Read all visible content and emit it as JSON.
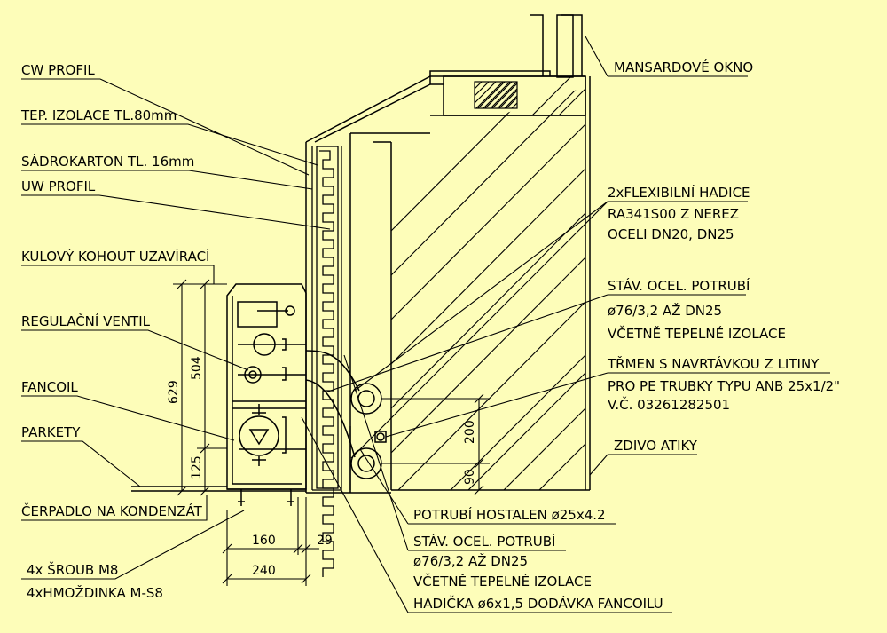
{
  "labels": {
    "cw_profil": "CW PROFIL",
    "tep_izolace": "TEP. IZOLACE TL.80mm",
    "sadrokarton": "SÁDROKARTON TL. 16mm",
    "uw_profil": "UW PROFIL",
    "kulovy_kohout": "KULOVÝ KOHOUT UZAVÍRACÍ",
    "regulacni_ventil": "REGULAČNÍ VENTIL",
    "fancoil": "FANCOIL",
    "parkety": "PARKETY",
    "cerpadlo": "ČERPADLO NA KONDENZÁT",
    "sroub": "4x ŠROUB M8",
    "hmozdinka": "4xHMOŽDINKA M-S8",
    "mansardove_okno": "MANSARDOVÉ OKNO",
    "hadice_1": "2xFLEXIBILNÍ HADICE",
    "hadice_2": "RA341S00 Z NEREZ",
    "hadice_3": "OCELI DN20, DN25",
    "stav_potrubi_r_1": "STÁV. OCEL. POTRUBÍ",
    "stav_potrubi_r_2": "ø76/3,2 AŽ DN25",
    "stav_potrubi_r_3": "VČETNĚ TEPELNÉ IZOLACE",
    "trmen_1": "TŘMEN S NAVRTÁVKOU Z LITINY",
    "trmen_2": "PRO PE TRUBKY TYPU ANB 25x1/2\"",
    "trmen_3": "V.Č. 03261282501",
    "zdivo_atiky": "ZDIVO ATIKY",
    "potrubi_hostalen": "POTRUBÍ HOSTALEN ø25x4.2",
    "stav_potrubi_b_1": "STÁV. OCEL. POTRUBÍ",
    "stav_potrubi_b_2": "ø76/3,2 AŽ DN25",
    "stav_potrubi_b_3": "VČETNĚ TEPELNÉ IZOLACE",
    "hadicka": "HADIČKA ø6x1,5 DODÁVKA FANCOILU"
  },
  "dimensions": {
    "d629": "629",
    "d504": "504",
    "d125": "125",
    "d200": "200",
    "d90": "90",
    "d160": "160",
    "d29": "29",
    "d240": "240"
  },
  "colors": {
    "background": "#fdfdb9",
    "line": "#000000"
  }
}
